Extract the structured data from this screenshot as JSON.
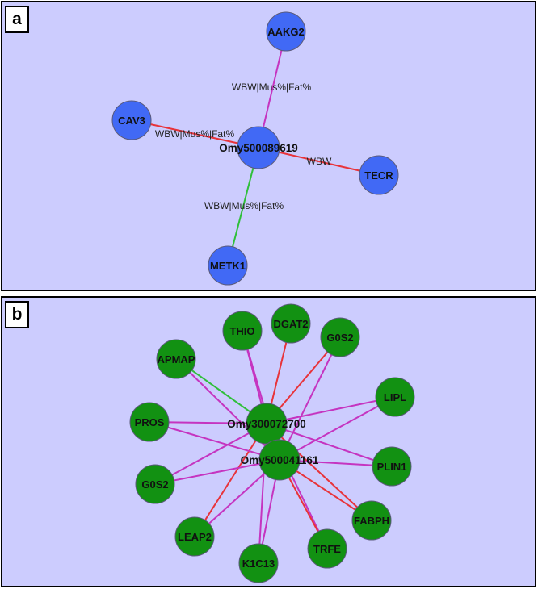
{
  "colors": {
    "background": "#ccccfe",
    "edge_red": "#e8333a",
    "edge_magenta": "#c534c0",
    "edge_green": "#2fbf3a",
    "node_blue": "#4169f5",
    "node_green": "#129112"
  },
  "panels": [
    {
      "tag": "a",
      "node_color": "node_blue",
      "nodes": [
        {
          "id": "hub",
          "label": "Omy500089619",
          "hub": true
        },
        {
          "id": "aakg2",
          "label": "AAKG2"
        },
        {
          "id": "cav3",
          "label": "CAV3"
        },
        {
          "id": "tecr",
          "label": "TECR"
        },
        {
          "id": "metk1",
          "label": "METK1"
        }
      ],
      "edges": [
        {
          "from": "hub",
          "to": "aakg2",
          "color": "edge_magenta",
          "label": "WBW|Mus%|Fat%"
        },
        {
          "from": "hub",
          "to": "cav3",
          "color": "edge_red",
          "label": "WBW|Mus%|Fat%"
        },
        {
          "from": "hub",
          "to": "tecr",
          "color": "edge_red",
          "label": "WBW"
        },
        {
          "from": "hub",
          "to": "metk1",
          "color": "edge_green",
          "label": "WBW|Mus%|Fat%"
        }
      ]
    },
    {
      "tag": "b",
      "node_color": "node_green",
      "nodes": [
        {
          "id": "hub1",
          "label": "Omy300072700",
          "hub": true
        },
        {
          "id": "hub2",
          "label": "Omy500041161",
          "hub": true
        },
        {
          "id": "thio",
          "label": "THIO"
        },
        {
          "id": "dgat2",
          "label": "DGAT2"
        },
        {
          "id": "g0s2a",
          "label": "G0S2"
        },
        {
          "id": "apmap",
          "label": "APMAP"
        },
        {
          "id": "lipl",
          "label": "LIPL"
        },
        {
          "id": "pros",
          "label": "PROS"
        },
        {
          "id": "plin1",
          "label": "PLIN1"
        },
        {
          "id": "g0s2b",
          "label": "G0S2"
        },
        {
          "id": "fabph",
          "label": "FABPH"
        },
        {
          "id": "leap2",
          "label": "LEAP2"
        },
        {
          "id": "trfe",
          "label": "TRFE"
        },
        {
          "id": "k1c13",
          "label": "K1C13"
        }
      ],
      "edges": [
        {
          "from": "hub1",
          "to": "thio",
          "color": "edge_magenta"
        },
        {
          "from": "hub1",
          "to": "dgat2",
          "color": "edge_red"
        },
        {
          "from": "hub1",
          "to": "g0s2a",
          "color": "edge_red"
        },
        {
          "from": "hub1",
          "to": "apmap",
          "color": "edge_green"
        },
        {
          "from": "hub1",
          "to": "lipl",
          "color": "edge_magenta"
        },
        {
          "from": "hub1",
          "to": "pros",
          "color": "edge_magenta"
        },
        {
          "from": "hub1",
          "to": "plin1",
          "color": "edge_magenta"
        },
        {
          "from": "hub1",
          "to": "g0s2b",
          "color": "edge_magenta"
        },
        {
          "from": "hub1",
          "to": "fabph",
          "color": "edge_red"
        },
        {
          "from": "hub1",
          "to": "leap2",
          "color": "edge_red"
        },
        {
          "from": "hub1",
          "to": "trfe",
          "color": "edge_magenta"
        },
        {
          "from": "hub1",
          "to": "k1c13",
          "color": "edge_magenta"
        },
        {
          "from": "hub2",
          "to": "thio",
          "color": "edge_magenta"
        },
        {
          "from": "hub2",
          "to": "g0s2a",
          "color": "edge_magenta"
        },
        {
          "from": "hub2",
          "to": "apmap",
          "color": "edge_magenta"
        },
        {
          "from": "hub2",
          "to": "lipl",
          "color": "edge_magenta"
        },
        {
          "from": "hub2",
          "to": "pros",
          "color": "edge_magenta"
        },
        {
          "from": "hub2",
          "to": "plin1",
          "color": "edge_magenta"
        },
        {
          "from": "hub2",
          "to": "g0s2b",
          "color": "edge_magenta"
        },
        {
          "from": "hub2",
          "to": "fabph",
          "color": "edge_red"
        },
        {
          "from": "hub2",
          "to": "leap2",
          "color": "edge_magenta"
        },
        {
          "from": "hub2",
          "to": "trfe",
          "color": "edge_red"
        },
        {
          "from": "hub2",
          "to": "k1c13",
          "color": "edge_magenta"
        }
      ]
    }
  ]
}
